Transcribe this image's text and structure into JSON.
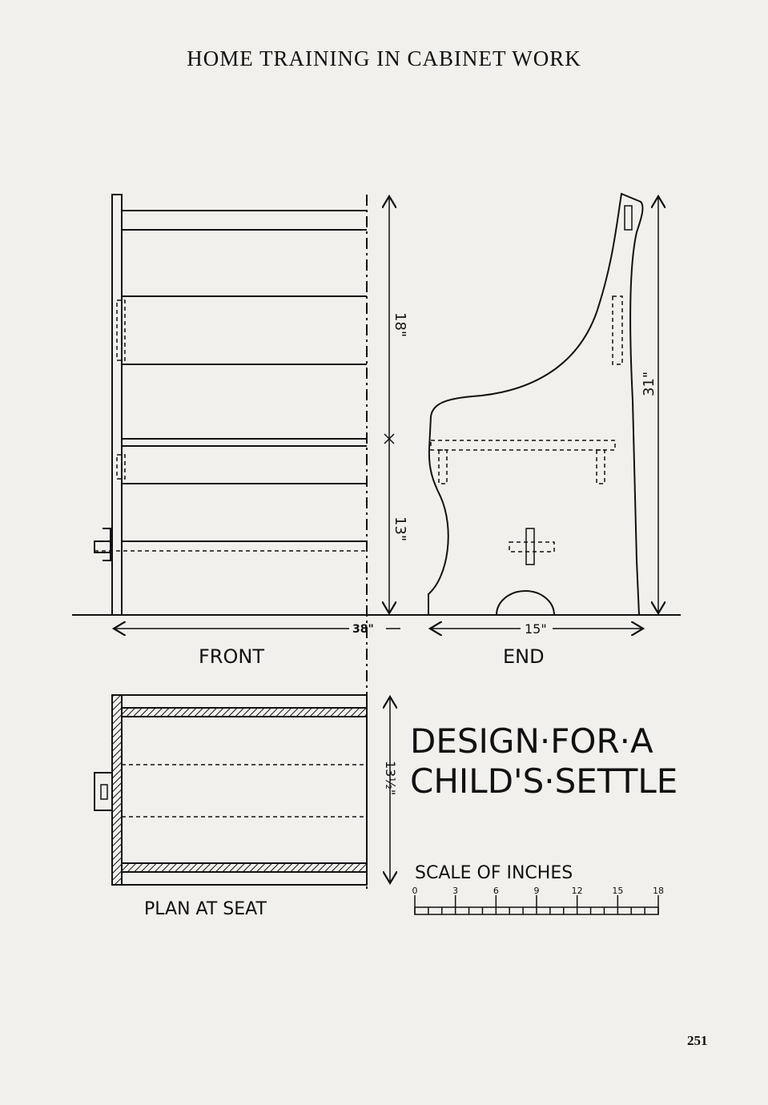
{
  "header": {
    "title": "HOME TRAINING IN CABINET WORK"
  },
  "drawing": {
    "front": {
      "label": "FRONT",
      "dim_upper": "18\"",
      "dim_lower": "13\"",
      "dim_width": "38\""
    },
    "end": {
      "label": "END",
      "dim_height": "31\"",
      "dim_width": "15\""
    },
    "plan": {
      "label": "PLAN AT SEAT",
      "dim_depth": "13½\""
    },
    "title_line1": "DESIGN·FOR·A",
    "title_line2": "CHILD'S·SETTLE",
    "scale": {
      "label": "SCALE OF INCHES",
      "ticks": [
        "0",
        "3",
        "6",
        "9",
        "12",
        "15",
        "18"
      ]
    }
  },
  "footer": {
    "page_number": "251"
  }
}
